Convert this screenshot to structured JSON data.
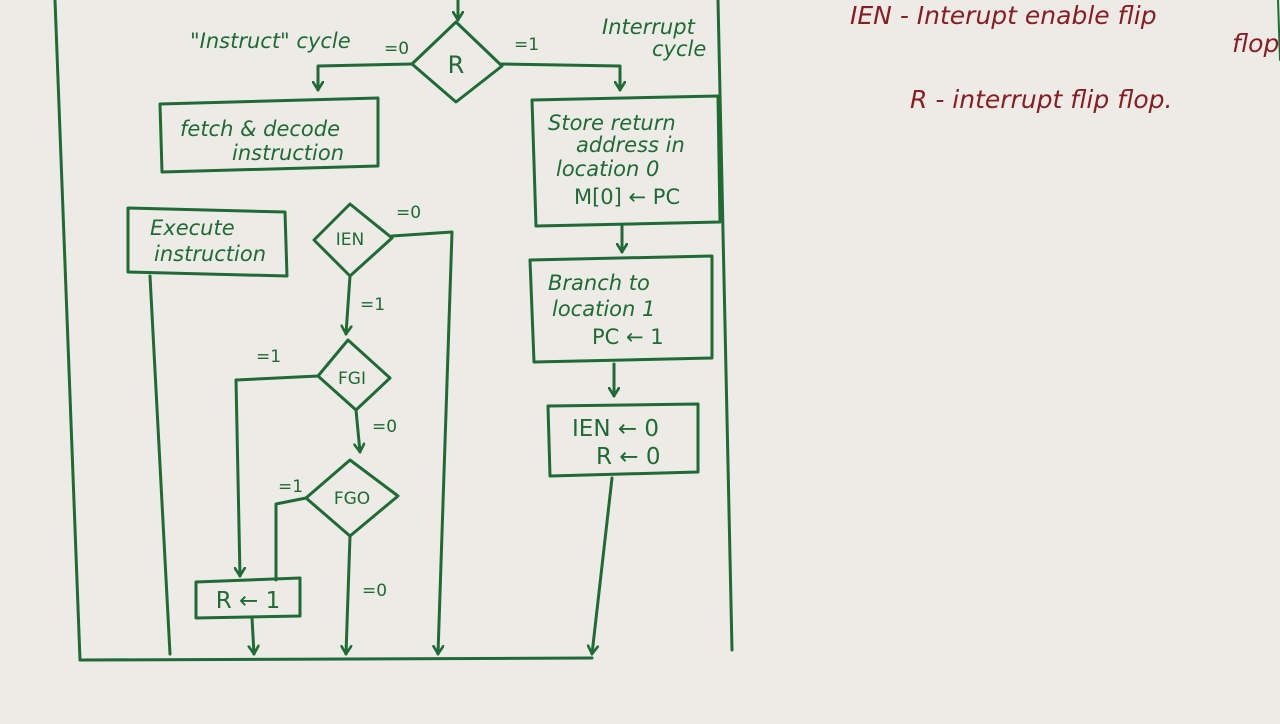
{
  "diagram": {
    "labels": {
      "instruct_cycle": "\"Instruct\" cycle",
      "interrupt_cycle_1": "Interrupt",
      "interrupt_cycle_2": "cycle"
    },
    "decisions": {
      "r": "R",
      "ien": "IEN",
      "fgi": "FGI",
      "fgo": "FGO"
    },
    "boxes": {
      "fetch_1": "fetch & decode",
      "fetch_2": "instruction",
      "execute_1": "Execute",
      "execute_2": "instruction",
      "store_1": "Store return",
      "store_2": "address in",
      "store_3": "location 0",
      "store_4": "M[0] ← PC",
      "branch_1": "Branch to",
      "branch_2": "location 1",
      "branch_3": "PC ← 1",
      "ien_reset_1": "IEN ← 0",
      "ien_reset_2": "R ← 0",
      "r_set": "R ← 1"
    },
    "branch_labels": {
      "r_zero": "=0",
      "r_one": "=1",
      "ien_zero": "=0",
      "ien_one": "=1",
      "fgi_one": "=1",
      "fgi_zero": "=0",
      "fgo_one": "=1",
      "fgo_zero": "=0"
    }
  },
  "notes": {
    "ien_line_1": "IEN - Interupt enable flip",
    "ien_line_2": "flop",
    "r_line": "R - interrupt flip flop."
  },
  "colors": {
    "paper": "#ecebe6",
    "green_ink": "#1f6a35",
    "red_ink": "#8a1c24"
  }
}
